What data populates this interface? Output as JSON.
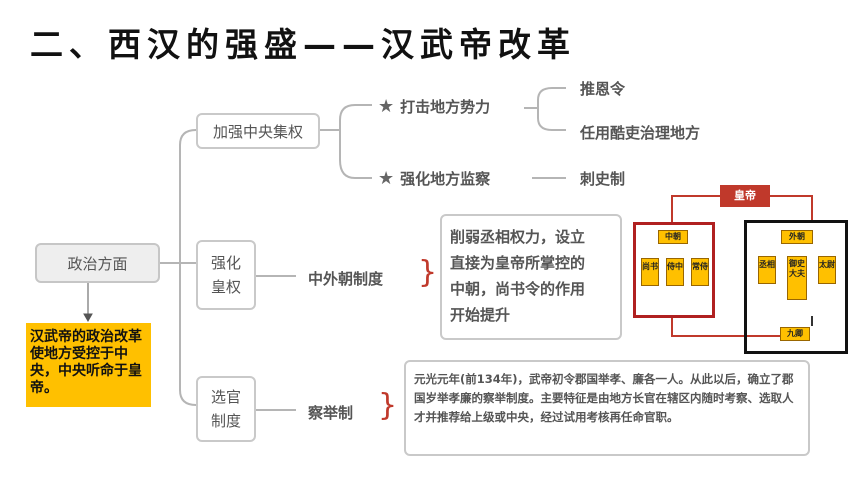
{
  "title": "二、西汉的强盛——汉武帝改革",
  "root": {
    "label": "政治方面"
  },
  "note": "汉武帝的政治改革使地方受控于中央，中央听命于皇帝。",
  "branch1": {
    "label": "加强中央集权",
    "sub1": {
      "label": "打击地方势力",
      "items": [
        "推恩令",
        "任用酷吏治理地方"
      ]
    },
    "sub2": {
      "label": "强化地方监察",
      "item": "刺史制"
    }
  },
  "branch2": {
    "label_line1": "强化",
    "label_line2": "皇权",
    "item": "中外朝制度",
    "brace": "}",
    "desc": [
      "削弱丞相权力，设立",
      "直接为皇帝所掌控的",
      "中朝，尚书令的作用",
      "开始提升"
    ]
  },
  "branch3": {
    "label_line1": "选官",
    "label_line2": "制度",
    "item": "察举制",
    "brace": "}",
    "desc": "元光元年(前134年)，武帝初令郡国举孝、廉各一人。从此以后，确立了郡国岁举孝廉的察举制度。主要特征是由地方长官在辖区内随时考察、选取人才并推荐给上级或中央，经过试用考核再任命官职。"
  },
  "court": {
    "emperor": "皇帝",
    "inner": "中朝",
    "inner_members": [
      "尚书",
      "侍中",
      "常侍"
    ],
    "outer": "外朝",
    "outer_members": [
      "丞相",
      "御史大夫",
      "太尉"
    ],
    "ministers": "九卿"
  },
  "colors": {
    "accent_red": "#c0392b",
    "highlight": "#ffc000",
    "line": "#b5b5b5"
  }
}
